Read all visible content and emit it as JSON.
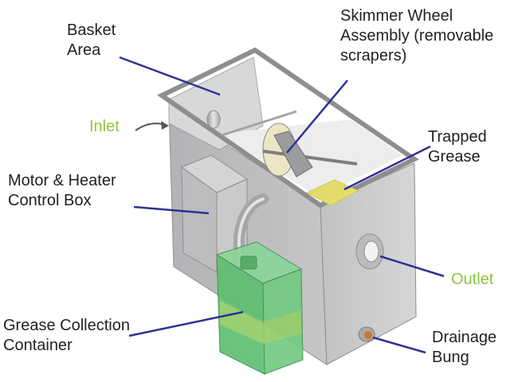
{
  "labels": {
    "basket_area": [
      "Basket",
      "Area"
    ],
    "skimmer_wheel": [
      "Skimmer Wheel",
      "Assembly (removable",
      "scrapers)"
    ],
    "inlet": "Inlet",
    "trapped_grease": [
      "Trapped",
      "Grease"
    ],
    "motor_box": [
      "Motor & Heater",
      "Control Box"
    ],
    "outlet": "Outlet",
    "grease_container": [
      "Grease Collection",
      "Container"
    ],
    "drainage_bung": [
      "Drainage",
      "Bung"
    ]
  },
  "colors": {
    "leader_line": "#2e3192",
    "highlight_label": "#8dc63f",
    "label_text": "#222222",
    "tank_steel": "#c9c9cb",
    "grease": "#e3dc6a",
    "container_green": "#5fbf70",
    "bung_copper": "#c8772f"
  }
}
